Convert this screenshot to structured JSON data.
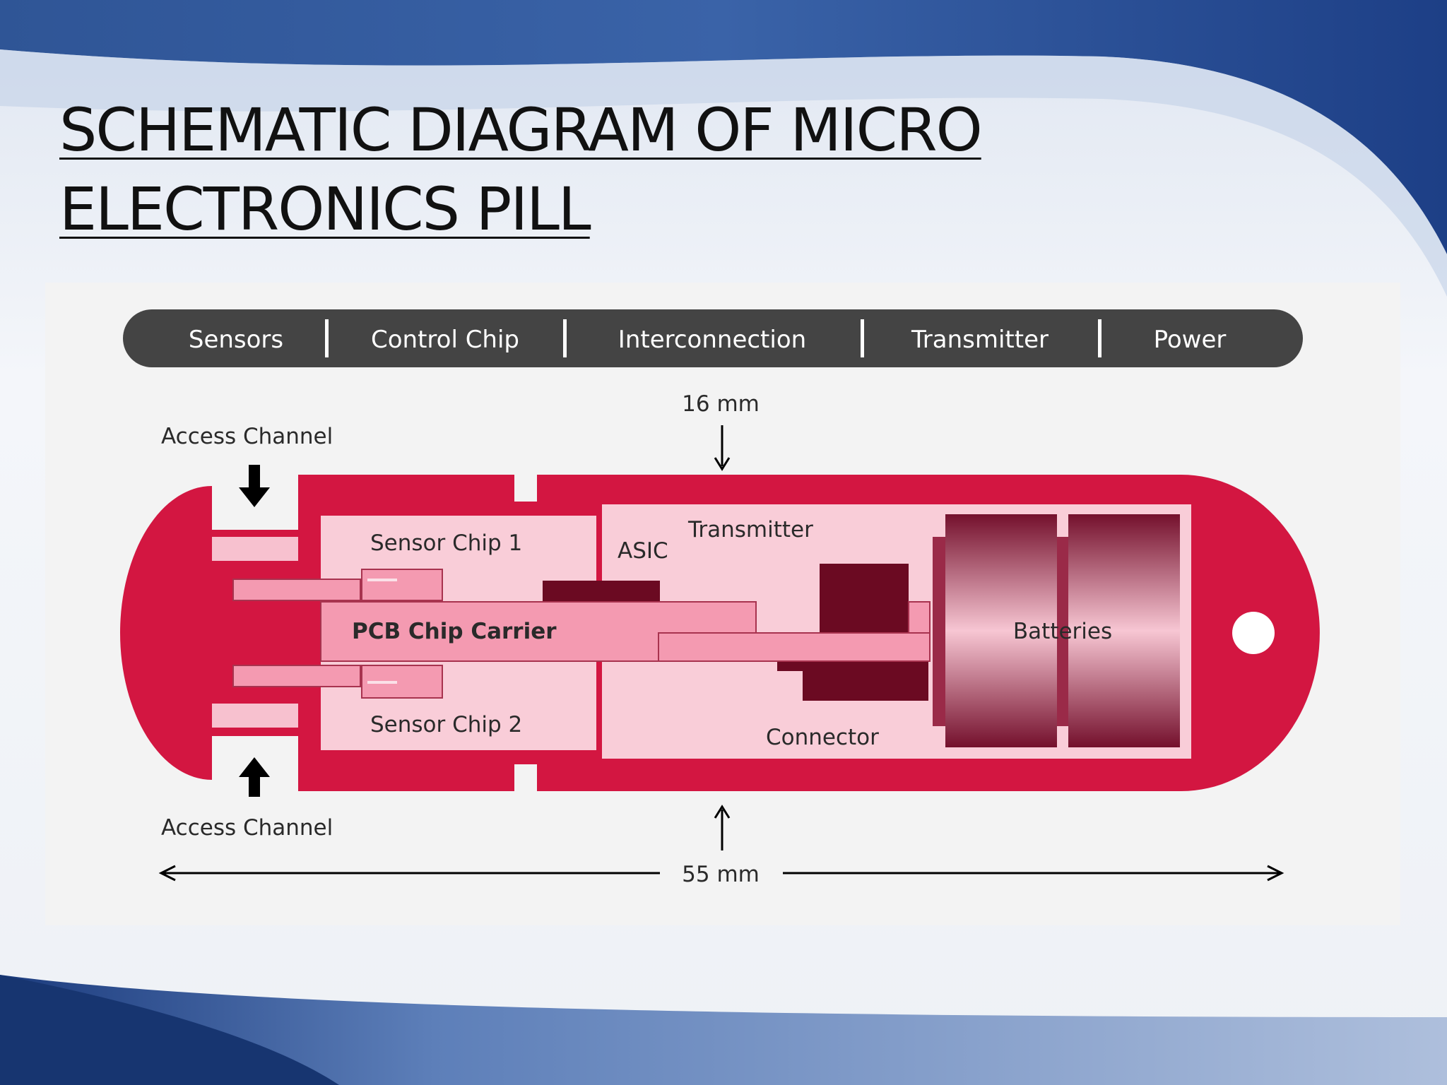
{
  "slide": {
    "title_line1": "SCHEMATIC DIAGRAM OF MICRO",
    "title_line2": "ELECTRONICS PILL"
  },
  "diagram": {
    "header_segments": [
      "Sensors",
      "Control Chip",
      "Interconnection",
      "Transmitter",
      "Power"
    ],
    "labels": {
      "access_channel_top": "Access Channel",
      "access_channel_bottom": "Access Channel",
      "width": "16 mm",
      "length": "55 mm",
      "sensor_chip_1": "Sensor Chip 1",
      "sensor_chip_2": "Sensor Chip 2",
      "pcb_chip_carrier": "PCB Chip Carrier",
      "asic": "ASIC",
      "transmitter": "Transmitter",
      "connector": "Connector",
      "batteries": "Batteries"
    },
    "colors": {
      "shell": "#d31641",
      "inner_panel": "#f9cdd8",
      "pcb": "#f49ab1",
      "dark_component": "#6b0a22",
      "header_bar": "#444444"
    }
  }
}
